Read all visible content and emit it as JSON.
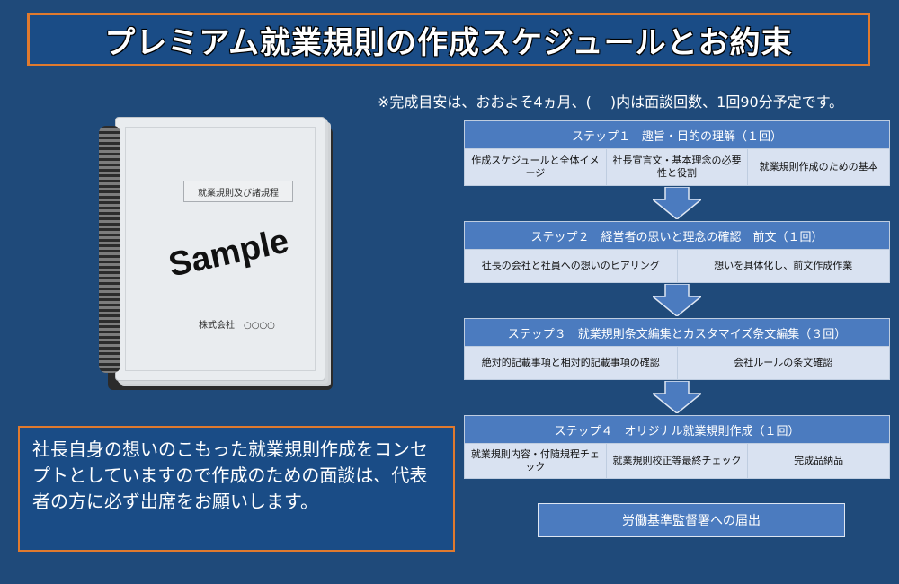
{
  "title": "プレミアム就業規則の作成スケジュールとお約束",
  "note": "※完成目安は、おおよそ4ヵ月、(　 )内は面談回数、1回90分予定です。",
  "binder": {
    "label": "就業規則及び諸規程",
    "watermark": "Sample",
    "company": "株式会社　○○○○"
  },
  "message": "社長自身の想いのこもった就業規則作成をコンセプトとしていますので作成のための面談は、代表者の方に必ず出席をお願いします。",
  "steps": [
    {
      "header": "ステップ１　趣旨・目的の理解（１回）",
      "cells": [
        "作成スケジュールと全体イメージ",
        "社長宣言文・基本理念の必要性と役割",
        "就業規則作成のための基本"
      ]
    },
    {
      "header": "ステップ２　経営者の思いと理念の確認　前文（１回）",
      "cells": [
        "社長の会社と社員への想いのヒアリング",
        "想いを具体化し、前文作成作業"
      ]
    },
    {
      "header": "ステップ３　就業規則条文編集とカスタマイズ条文編集（３回）",
      "cells": [
        "絶対的記載事項と相対的記載事項の確認",
        "会社ルールの条文確認"
      ]
    },
    {
      "header": "ステップ４　オリジナル就業規則作成（１回）",
      "cells": [
        "就業規則内容・付随規程チェック",
        "就業規則校正等最終チェック",
        "完成品納品"
      ]
    }
  ],
  "final": "労働基準監督署への届出",
  "colors": {
    "background": "#1f4a7a",
    "accent_border": "#e07a2e",
    "step_header": "#4b7bbf",
    "step_cell": "#d9e2f1"
  }
}
